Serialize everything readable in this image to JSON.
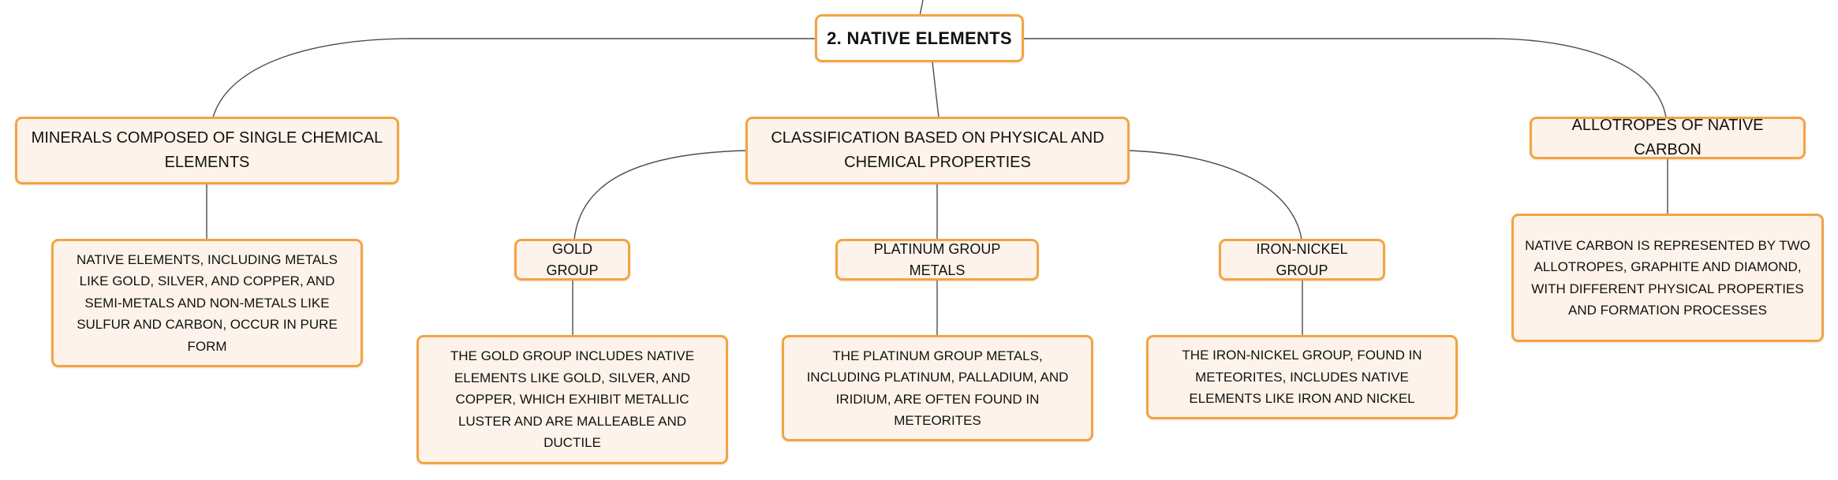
{
  "root": {
    "label": "2. NATIVE ELEMENTS"
  },
  "branches": {
    "single_elements": {
      "label": "MINERALS COMPOSED OF SINGLE CHEMICAL ELEMENTS",
      "detail": "NATIVE ELEMENTS, INCLUDING METALS LIKE GOLD, SILVER, AND COPPER, AND SEMI-METALS AND NON-METALS LIKE SULFUR AND CARBON, OCCUR IN PURE FORM"
    },
    "classification": {
      "label": "CLASSIFICATION BASED ON PHYSICAL AND CHEMICAL PROPERTIES",
      "groups": {
        "gold": {
          "label": "GOLD GROUP",
          "detail": "THE GOLD GROUP INCLUDES NATIVE ELEMENTS LIKE GOLD, SILVER, AND COPPER, WHICH EXHIBIT METALLIC LUSTER AND ARE MALLEABLE AND DUCTILE"
        },
        "platinum": {
          "label": "PLATINUM GROUP METALS",
          "detail": "THE PLATINUM GROUP METALS, INCLUDING PLATINUM, PALLADIUM, AND IRIDIUM, ARE OFTEN FOUND IN METEORITES"
        },
        "iron_nickel": {
          "label": "IRON-NICKEL GROUP",
          "detail": "THE IRON-NICKEL GROUP, FOUND IN METEORITES, INCLUDES NATIVE ELEMENTS LIKE IRON AND NICKEL"
        }
      }
    },
    "carbon": {
      "label": "ALLOTROPES OF NATIVE CARBON",
      "detail": "NATIVE CARBON IS REPRESENTED BY TWO ALLOTROPES, GRAPHITE AND DIAMOND, WITH DIFFERENT PHYSICAL PROPERTIES AND FORMATION PROCESSES"
    }
  },
  "colors": {
    "node_border": "#f2a444",
    "node_fill": "#fdf3ea",
    "connector": "#4d4d4d",
    "text": "#111111"
  }
}
